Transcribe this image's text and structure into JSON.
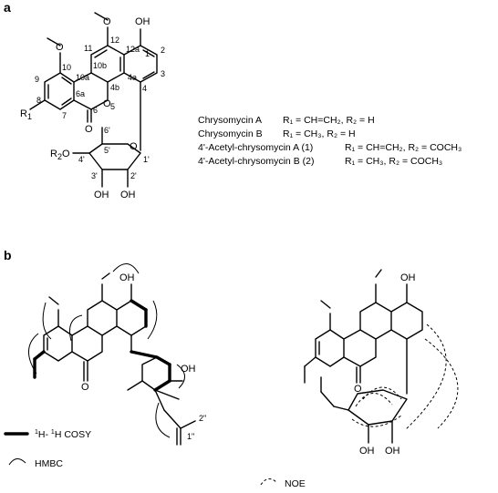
{
  "panel_a": {
    "label": "a",
    "atoms": {
      "OH_top": "OH",
      "O_methoxy_12": "O",
      "O_methoxy_10": "O",
      "R1": "R",
      "R1_sub": "1",
      "R2O_R": "R",
      "R2O_sub": "2",
      "R2O_O": "O",
      "O_lactone": "O",
      "O_carbonyl": "O",
      "OH_3p": "OH",
      "OH_2p": "OH",
      "O_ring": "O"
    },
    "locants": {
      "n1": "1",
      "n2": "2",
      "n3": "3",
      "n4": "4",
      "n4a": "4a",
      "n4b": "4b",
      "n5": "5",
      "n6": "6",
      "n6a": "6a",
      "n7": "7",
      "n8": "8",
      "n9": "9",
      "n10": "10",
      "n10a": "10a",
      "n10b": "10b",
      "n11": "11",
      "n12": "12",
      "n12a": "12a",
      "n1p": "1'",
      "n2p": "2'",
      "n3p": "3'",
      "n4p": "4'",
      "n5p": "5'",
      "n6p": "6'"
    },
    "compounds": [
      {
        "name": "Chrysomycin A",
        "def": "R₁ = CH=CH₂, R₂ = H"
      },
      {
        "name": "Chrysomycin B",
        "def": "R₁ = CH₃, R₂ = H"
      },
      {
        "name": "4'-Acetyl-chrysomycin A (1)",
        "def": "R₁ = CH=CH₂, R₂ = COCH₃"
      },
      {
        "name": "4'-Acetyl-chrysomycin B (2)",
        "def": "R₁ = CH₃, R₂ = COCH₃"
      }
    ]
  },
  "panel_b": {
    "label": "b",
    "atoms": {
      "OH_left": "OH",
      "OH_right": "OH",
      "O": "O",
      "OH": "OH",
      "n2pp": "2\"",
      "n1pp": "1\""
    },
    "legend": {
      "cosy_sup1": "1",
      "cosy_h1": "H- ",
      "cosy_sup2": "1",
      "cosy_h2": "H COSY",
      "hmbc": "HMBC",
      "noe": "NOE"
    }
  }
}
